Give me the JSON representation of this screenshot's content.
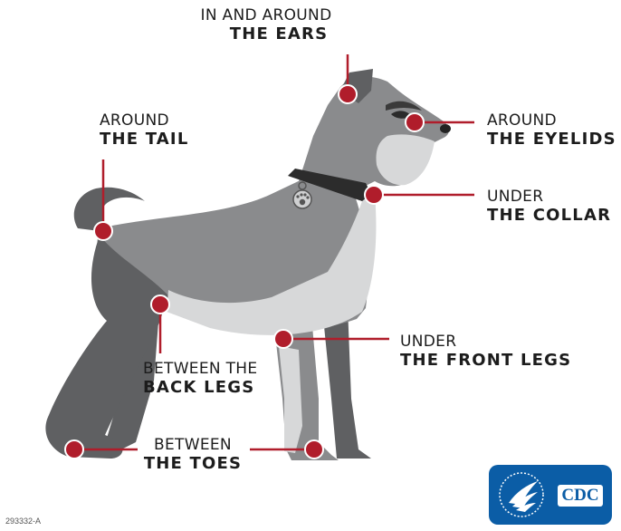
{
  "colors": {
    "marker": "#b01d2b",
    "fur_dark": "#5f6062",
    "fur_mid": "#8a8b8d",
    "fur_light": "#d7d8d9",
    "collar": "#2c2c2c",
    "cdc_blue": "#0b5da6"
  },
  "labels": {
    "ears": {
      "line1": "IN AND AROUND",
      "line2": "THE EARS"
    },
    "tail": {
      "line1": "AROUND",
      "line2": "THE TAIL"
    },
    "eyelids": {
      "line1": "AROUND",
      "line2": "THE EYELIDS"
    },
    "collar": {
      "line1": "UNDER",
      "line2": "THE COLLAR"
    },
    "front_legs": {
      "line1": "UNDER",
      "line2": "THE FRONT LEGS"
    },
    "back_legs": {
      "line1": "BETWEEN THE",
      "line2": "BACK LEGS"
    },
    "toes": {
      "line1": "BETWEEN",
      "line2": "THE TOES"
    }
  },
  "footer": {
    "code": "293332-A"
  },
  "logo": {
    "text": "CDC",
    "icon": "hhs-eagle-icon"
  }
}
